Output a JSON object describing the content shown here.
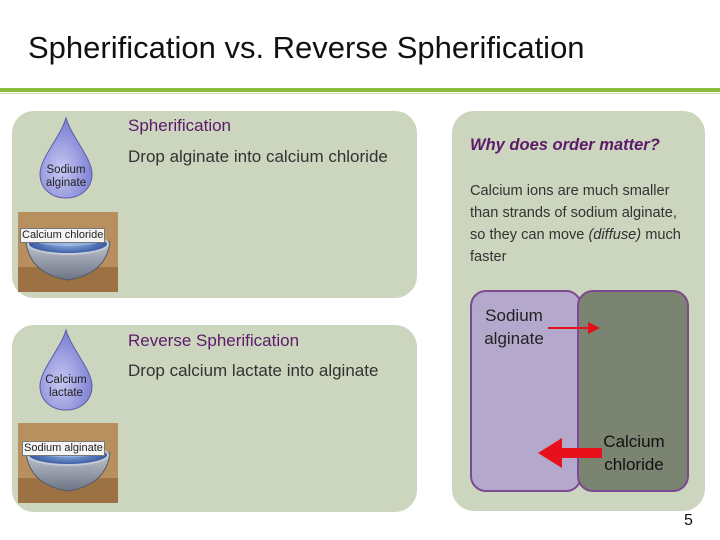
{
  "slide": {
    "title": "Spherification vs. Reverse Spherification",
    "page_number": "5"
  },
  "spherification": {
    "title": "Spherification",
    "description": "Drop alginate into calcium chloride",
    "drop_label": "Sodium alginate",
    "bowl_label": "Calcium chloride"
  },
  "reverse": {
    "title": "Reverse Spherification",
    "description": "Drop calcium lactate into alginate",
    "drop_label": "Calcium lactate",
    "bowl_label": "Sodium alginate"
  },
  "diffusion": {
    "question": "Why does order matter?",
    "explanation_before": "Calcium ions are much smaller than strands of sodium alginate, so they can move ",
    "explanation_emphasis": "(diffuse)",
    "explanation_after": " much faster",
    "left_box_label": "Sodium alginate",
    "right_box_label": "Calcium chloride",
    "colors": {
      "alginate_box": "#b4a8cc",
      "calcium_box": "#7b8470",
      "border": "#7d4a90",
      "arrow": "#e8101a"
    }
  },
  "theme": {
    "accent": "#8cbd3f",
    "panel": "#ccd5bd",
    "heading": "#5b1a6a",
    "drop": "#9a9ce0"
  }
}
